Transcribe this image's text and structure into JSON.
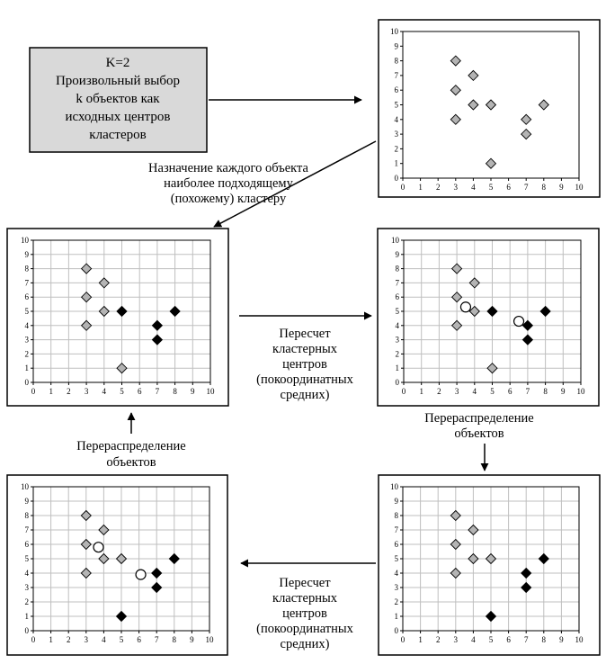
{
  "start_box": {
    "lines": [
      "K=2",
      "Произвольный выбор",
      "k объектов как",
      "исходных центров",
      "кластеров"
    ]
  },
  "captions": {
    "assign": [
      "Назначение каждого объекта",
      "наиболее подходящему",
      "(похожему) кластеру"
    ],
    "recalc_1": [
      "Пересчет",
      "кластерных",
      "центров",
      "(покоординатных",
      "средних)"
    ],
    "redistribute_1": [
      "Перераспределение",
      "объектов"
    ],
    "redistribute_2": [
      "Перераспределение",
      "объектов"
    ],
    "recalc_2": [
      "Пересчет",
      "кластерных",
      "центров",
      "(покоординатных",
      "средних)"
    ]
  },
  "colors": {
    "cluster_1_point": "#b4b4b4",
    "cluster_2_point": "#000000",
    "center": "#ffffff",
    "start_box_fill": "#d9d9d9",
    "cluster_outline": "#7a7a7a",
    "grid": "#bfbfbf"
  },
  "chart_data": [
    {
      "type": "scatter",
      "xlim": [
        0,
        10
      ],
      "ylim": [
        0,
        10
      ],
      "xticks": [
        "0",
        "1",
        "2",
        "3",
        "4",
        "5",
        "6",
        "7",
        "8",
        "9",
        "10"
      ],
      "yticks": [
        "0",
        "1",
        "2",
        "3",
        "4",
        "5",
        "6",
        "7",
        "8",
        "9",
        "10"
      ],
      "grid": false,
      "series": [
        {
          "x": [
            3,
            3,
            3,
            4,
            4,
            5,
            5,
            7,
            7,
            8
          ],
          "y": [
            8,
            6,
            4,
            7,
            5,
            5,
            1,
            4,
            3,
            5
          ],
          "marker": "diamond-light"
        }
      ]
    },
    {
      "type": "scatter",
      "xlim": [
        0,
        10
      ],
      "ylim": [
        0,
        10
      ],
      "xticks": [
        "0",
        "1",
        "2",
        "3",
        "4",
        "5",
        "6",
        "7",
        "8",
        "9",
        "10"
      ],
      "yticks": [
        "0",
        "1",
        "2",
        "3",
        "4",
        "5",
        "6",
        "7",
        "8",
        "9",
        "10"
      ],
      "grid": true,
      "series": [
        {
          "x": [
            3,
            3,
            3,
            4,
            4,
            5
          ],
          "y": [
            8,
            6,
            4,
            7,
            5,
            1
          ],
          "marker": "diamond-light"
        },
        {
          "x": [
            5,
            7,
            7,
            8
          ],
          "y": [
            5,
            4,
            3,
            5
          ],
          "marker": "diamond-dark"
        }
      ]
    },
    {
      "type": "scatter",
      "xlim": [
        0,
        10
      ],
      "ylim": [
        0,
        10
      ],
      "xticks": [
        "0",
        "1",
        "2",
        "3",
        "4",
        "5",
        "6",
        "7",
        "8",
        "9",
        "10"
      ],
      "yticks": [
        "0",
        "1",
        "2",
        "3",
        "4",
        "5",
        "6",
        "7",
        "8",
        "9",
        "10"
      ],
      "grid": true,
      "series": [
        {
          "x": [
            3,
            3,
            3,
            4,
            4,
            5
          ],
          "y": [
            8,
            6,
            4,
            7,
            5,
            1
          ],
          "marker": "diamond-light"
        },
        {
          "x": [
            5,
            7,
            7,
            8
          ],
          "y": [
            5,
            4,
            3,
            5
          ],
          "marker": "diamond-dark"
        },
        {
          "x": [
            3.5,
            6.5
          ],
          "y": [
            5.3,
            4.3
          ],
          "marker": "center"
        }
      ]
    },
    {
      "type": "scatter",
      "xlim": [
        0,
        10
      ],
      "ylim": [
        0,
        10
      ],
      "xticks": [
        "0",
        "1",
        "2",
        "3",
        "4",
        "5",
        "6",
        "7",
        "8",
        "9",
        "10"
      ],
      "yticks": [
        "0",
        "1",
        "2",
        "3",
        "4",
        "5",
        "6",
        "7",
        "8",
        "9",
        "10"
      ],
      "grid": true,
      "series": [
        {
          "x": [
            3,
            3,
            3,
            4,
            4,
            5
          ],
          "y": [
            8,
            6,
            4,
            7,
            5,
            5
          ],
          "marker": "diamond-light"
        },
        {
          "x": [
            5,
            7,
            7,
            8
          ],
          "y": [
            1,
            4,
            3,
            5
          ],
          "marker": "diamond-dark"
        }
      ]
    },
    {
      "type": "scatter",
      "xlim": [
        0,
        10
      ],
      "ylim": [
        0,
        10
      ],
      "xticks": [
        "0",
        "1",
        "2",
        "3",
        "4",
        "5",
        "6",
        "7",
        "8",
        "9",
        "10"
      ],
      "yticks": [
        "0",
        "1",
        "2",
        "3",
        "4",
        "5",
        "6",
        "7",
        "8",
        "9",
        "10"
      ],
      "grid": true,
      "series": [
        {
          "x": [
            3,
            3,
            3,
            4,
            4,
            5
          ],
          "y": [
            8,
            6,
            4,
            7,
            5,
            5
          ],
          "marker": "diamond-light"
        },
        {
          "x": [
            5,
            7,
            7,
            8
          ],
          "y": [
            1,
            4,
            3,
            5
          ],
          "marker": "diamond-dark"
        },
        {
          "x": [
            3.7,
            6.1
          ],
          "y": [
            5.8,
            3.9
          ],
          "marker": "center"
        }
      ]
    }
  ]
}
